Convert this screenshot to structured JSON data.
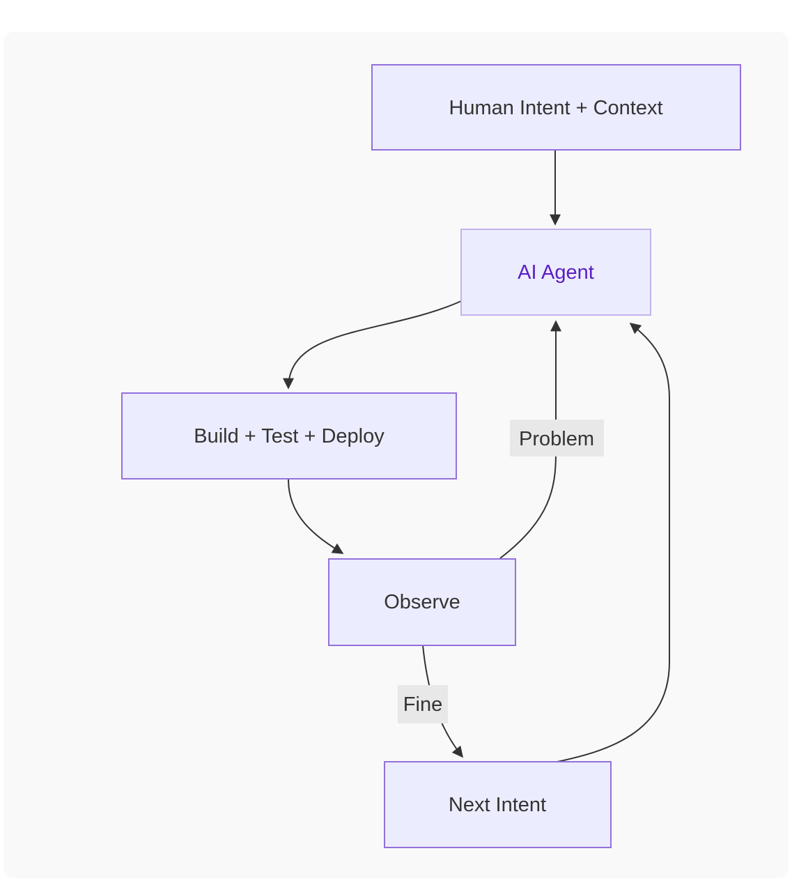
{
  "diagram": {
    "type": "flowchart",
    "direction": "top-down",
    "nodes": [
      {
        "id": "human-intent",
        "label": "Human Intent + Context",
        "accent": false
      },
      {
        "id": "ai-agent",
        "label": "AI Agent",
        "accent": true
      },
      {
        "id": "build-test-deploy",
        "label": "Build + Test + Deploy",
        "accent": false
      },
      {
        "id": "observe",
        "label": "Observe",
        "accent": false
      },
      {
        "id": "next-intent",
        "label": "Next Intent",
        "accent": false
      }
    ],
    "edges": [
      {
        "from": "human-intent",
        "to": "ai-agent",
        "label": ""
      },
      {
        "from": "ai-agent",
        "to": "build-test-deploy",
        "label": ""
      },
      {
        "from": "build-test-deploy",
        "to": "observe",
        "label": ""
      },
      {
        "from": "observe",
        "to": "ai-agent",
        "label": "Problem"
      },
      {
        "from": "observe",
        "to": "next-intent",
        "label": "Fine"
      },
      {
        "from": "next-intent",
        "to": "ai-agent",
        "label": ""
      }
    ],
    "colors": {
      "canvas": "#ffffff",
      "panel_background": "#f9f9f9",
      "node_fill": "#ececff",
      "node_border": "#9370db",
      "accent_node_border": "#c3b3ec",
      "accent_node_text": "#5a1ec4",
      "node_text": "#333333",
      "edge_line": "#333333",
      "edge_label_background": "#e8e8e8",
      "edge_label_text": "#333333"
    }
  }
}
